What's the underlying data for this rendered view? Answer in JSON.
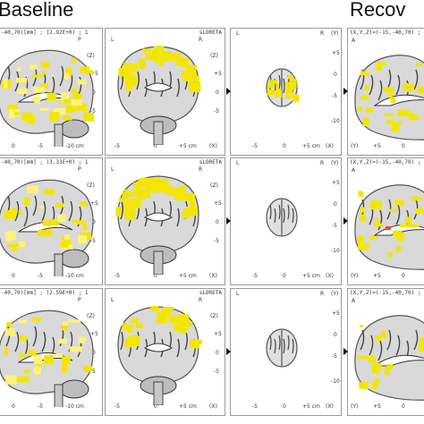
{
  "titles": {
    "left": "Baseline",
    "right": "Recov"
  },
  "rows": [
    {
      "header": "-40,70)[mm] ; (2.92E+0) ; 1",
      "software": "sLORETA",
      "right_header": "(X,Y,Z)=(-15,-40,70) ; (1"
    },
    {
      "header": "-40,70)[mm] ; (3.33E+0) ; 1",
      "software": "sLORETA",
      "right_header": "(X,Y,Z)=(-15,-40,70) ; (1"
    },
    {
      "header": "-40,70)[mm] ; (2.59E+0) ; 1",
      "software": "sLORETA",
      "right_header": "(X,Y,Z)=(-15,-40,70) ; (1"
    }
  ],
  "axis_labels": {
    "p": "P",
    "z": "(Z)",
    "l": "L",
    "r": "R",
    "y": "(Y)",
    "x": "(X)",
    "a": "A",
    "plus5": "+5",
    "zero": "0",
    "minus5": "-5",
    "minus10cm": "-10 cm",
    "plus5cm": "+5 cm",
    "minus10": "-10",
    "cm": "cm"
  },
  "colors": {
    "activation": "#f2e600",
    "activation_light": "#fff27a",
    "hotspot": "#e8502a"
  }
}
